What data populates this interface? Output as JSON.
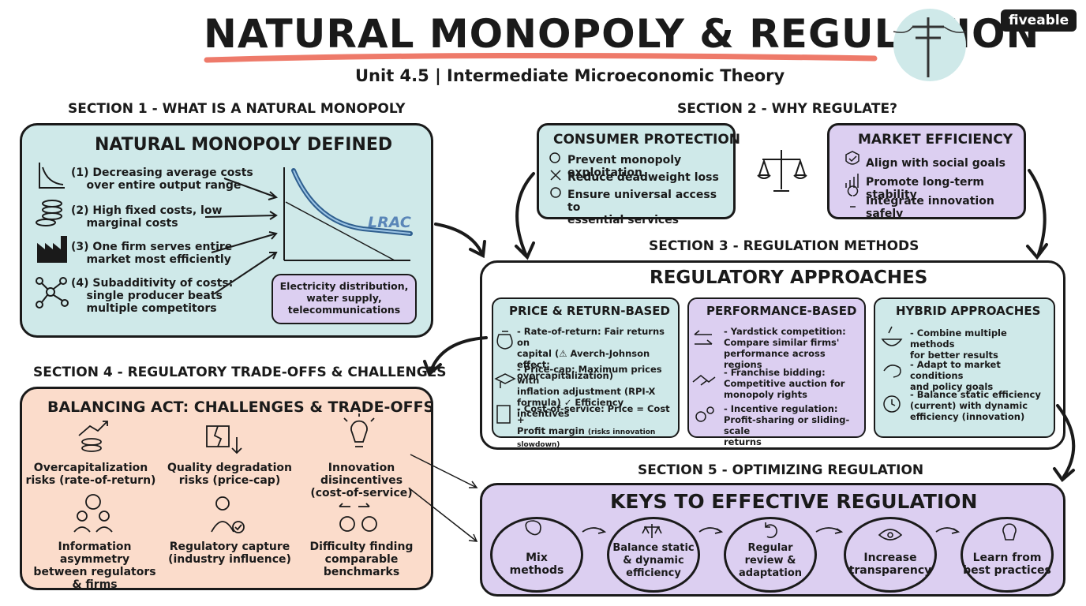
{
  "header": {
    "title": "NATURAL MONOPOLY & REGULATION",
    "subtitle": "Unit 4.5 | Intermediate Microeconomic Theory",
    "brand": "fiveable"
  },
  "section1": {
    "heading": "SECTION 1 - WHAT IS A NATURAL MONOPOLY",
    "box_title": "NATURAL MONOPOLY DEFINED",
    "items": [
      {
        "line1": "(1) Decreasing average costs",
        "line2": "over entire output range",
        "icon": "decreasing-curve-icon"
      },
      {
        "line1": "(2) High fixed costs, low",
        "line2": "marginal costs",
        "icon": "coins-stack-icon"
      },
      {
        "line1": "(3) One firm serves entire",
        "line2": "market most efficiently",
        "icon": "factory-icon"
      },
      {
        "line1": "(4) Subadditivity of costs:",
        "line2": "single producer beats",
        "line3": "multiple competitors",
        "icon": "network-icon"
      }
    ],
    "curve_label": "LRAC",
    "examples": {
      "line1": "Electricity distribution,",
      "line2": "water supply,",
      "line3": "telecommunications"
    }
  },
  "section2": {
    "heading": "SECTION 2 - WHY REGULATE?",
    "consumer": {
      "title": "CONSUMER PROTECTION",
      "items": [
        "Prevent monopoly exploitation",
        "Reduce deadweight loss",
        "Ensure universal access to",
        "essential services"
      ]
    },
    "market": {
      "title": "MARKET EFFICIENCY",
      "items": [
        "Align with social goals",
        "Promote long-term stability",
        "Integrate innovation safely"
      ]
    }
  },
  "section3": {
    "heading": "SECTION 3 - REGULATION METHODS",
    "box_title": "REGULATORY APPROACHES",
    "price": {
      "title": "PRICE & RETURN-BASED",
      "items": [
        {
          "l1": "- Rate-of-return: Fair returns on",
          "l2": "capital (⚠ Averch-Johnson effect:",
          "l3": "overcapitalization)"
        },
        {
          "l1": "- Price-cap: Maximum prices with",
          "l2": "inflation adjustment (RPI-X",
          "l3": "formula) ✓ Efficiency incentives"
        },
        {
          "l1": "- Cost-of-service: Price = Cost +",
          "l2": "Profit margin",
          "l2b": "(risks innovation slowdown)"
        }
      ]
    },
    "performance": {
      "title": "PERFORMANCE-BASED",
      "items": [
        {
          "l1": "- Yardstick competition:",
          "l2": "Compare similar firms'",
          "l3": "performance across regions"
        },
        {
          "l1": "- Franchise bidding:",
          "l2": "Competitive auction for",
          "l3": "monopoly rights"
        },
        {
          "l1": "- Incentive regulation:",
          "l2": "Profit-sharing or sliding-scale",
          "l3": "returns"
        }
      ]
    },
    "hybrid": {
      "title": "HYBRID APPROACHES",
      "items": [
        {
          "l1": "- Combine multiple methods",
          "l2": "for better results"
        },
        {
          "l1": "- Adapt to market conditions",
          "l2": "and policy goals"
        },
        {
          "l1": "- Balance static efficiency",
          "l2": "(current) with dynamic",
          "l3": "efficiency (innovation)"
        }
      ]
    }
  },
  "section4": {
    "heading": "SECTION 4 - REGULATORY TRADE-OFFS & CHALLENGES",
    "box_title": "BALANCING ACT: CHALLENGES & TRADE-OFFS",
    "items": [
      {
        "l1": "Overcapitalization",
        "l2": "risks (rate-of-return)"
      },
      {
        "l1": "Quality degradation",
        "l2": "risks (price-cap)"
      },
      {
        "l1": "Innovation disincentives",
        "l2": "(cost-of-service)"
      },
      {
        "l1": "Information asymmetry",
        "l2": "between regulators",
        "l3": "& firms"
      },
      {
        "l1": "Regulatory capture",
        "l2": "(industry influence)"
      },
      {
        "l1": "Difficulty finding",
        "l2": "comparable",
        "l3": "benchmarks"
      }
    ]
  },
  "section5": {
    "heading": "SECTION 5 - OPTIMIZING REGULATION",
    "box_title": "KEYS TO EFFECTIVE REGULATION",
    "keys": [
      {
        "l1": "Mix",
        "l2": "methods"
      },
      {
        "l1": "Balance static",
        "l2": "& dynamic",
        "l3": "efficiency"
      },
      {
        "l1": "Regular",
        "l2": "review &",
        "l3": "adaptation"
      },
      {
        "l1": "Increase",
        "l2": "transparency"
      },
      {
        "l1": "Learn from",
        "l2": "best practices"
      }
    ]
  }
}
